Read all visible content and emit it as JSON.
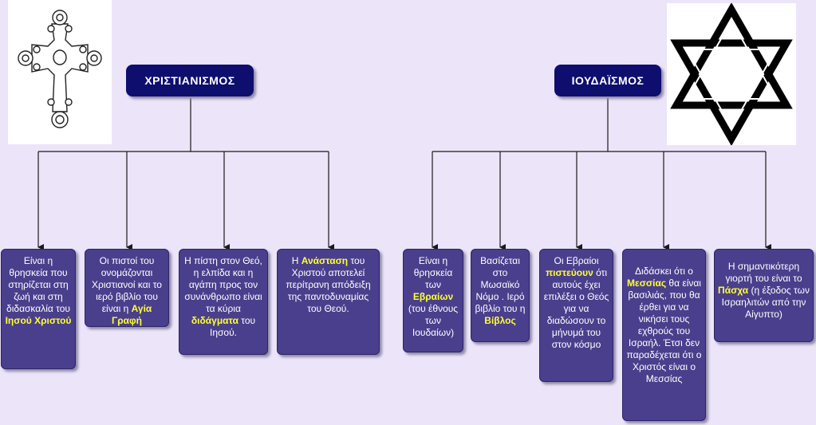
{
  "colors": {
    "background": "#ece4f8",
    "header_fill": "#0e0e6e",
    "box_fill": "#4a3f8c",
    "highlight_text": "#ffff33",
    "connector": "#1a1a1a"
  },
  "christianity": {
    "title": "ΧΡΙΣΤΙΑΝΙΣΜΟΣ",
    "symbol": "orthodox-cross-icon",
    "boxes": [
      {
        "before": "Είναι η θρησκεία που στηρίζεται στη ζωή και στη διδασκαλία του ",
        "highlight": "Ιησού Χριστού",
        "after": ""
      },
      {
        "before": "Οι πιστοί του ονομάζονται Χριστιανοί και το ιερό βιβλίο του είναι η ",
        "highlight": "Αγία Γραφή",
        "after": ""
      },
      {
        "before": "Η πίστη στον Θεό, η ελπίδα και η αγάπη προς τον συνάνθρωπο είναι τα κύρια ",
        "highlight": "διδάγματα",
        "after": " του Ιησού."
      },
      {
        "before": "Η ",
        "highlight": "Ανάσταση",
        "after": " του Χριστού αποτελεί περίτρανη απόδειξη της παντοδυναμίας του Θεού."
      }
    ]
  },
  "judaism": {
    "title": "ΙΟΥΔΑΪΣΜΟΣ",
    "symbol": "star-of-david-icon",
    "boxes": [
      {
        "before": "Είναι η θρησκεία των ",
        "highlight": "Εβραίων",
        "after": " (του έθνους των Ιουδαίων)"
      },
      {
        "before": "Βασίζεται στο Μωσαϊκό Νόμο . Ιερό βιβλίο του η ",
        "highlight": "Βίβλος",
        "after": ""
      },
      {
        "before": "Οι Εβραίοι ",
        "highlight": "πιστεύουν",
        "after": " ότι αυτούς έχει επιλέξει ο Θεός για να διαδώσουν το μήνυμά του στον κόσμο"
      },
      {
        "before": "Διδάσκει ότι ο ",
        "highlight": "Μεσσίας",
        "after": " θα είναι βασιλιάς, που θα έρθει για να νικήσει τους εχθρούς του Ισραήλ. Έτσι δεν παραδέχεται ότι ο Χριστός είναι ο Μεσσίας"
      },
      {
        "before": "Η σημαντικότερη γιορτή του είναι το ",
        "highlight": "Πάσχα",
        "after": " (η έξοδος των Ισραηλιτών από την Αίγυπτο)"
      }
    ]
  }
}
